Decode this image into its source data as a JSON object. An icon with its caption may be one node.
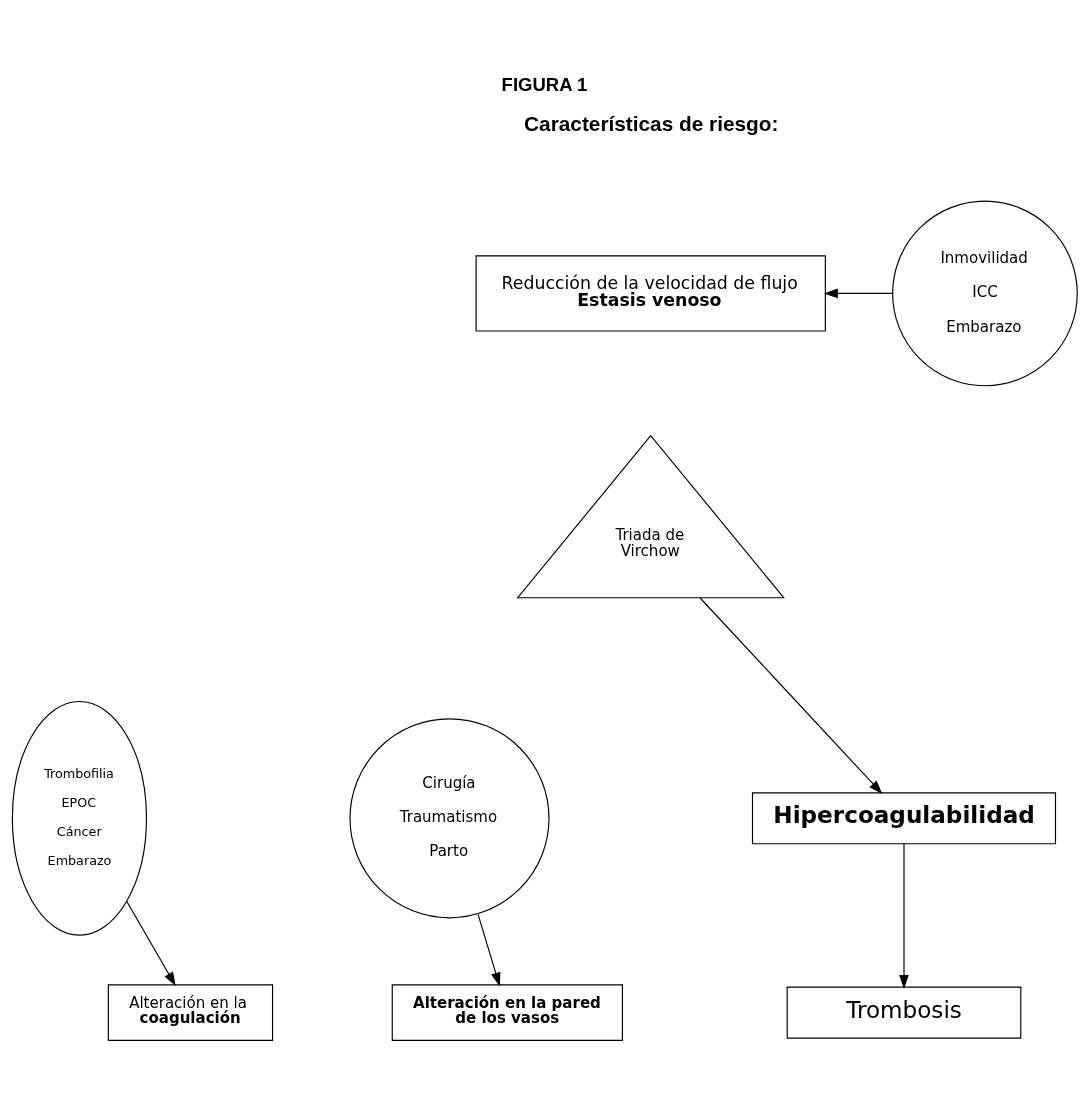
{
  "diagram": {
    "title": "FIGURA 1",
    "nodes": [
      {
        "text": [
          "Reducción de la velocidad de flujo",
          "Estasis venoso"
        ]
      },
      {
        "text": [
          "Inmovilidad",
          "ICC",
          "Embarazo"
        ]
      },
      {
        "text": [
          "Triada de Virchow"
        ]
      },
      {
        "text": [
          "Alteración en la **coagulación**"
        ]
      },
      {
        "text": [
          "Alteración en la pared de los vasos"
        ]
      },
      {
        "text": [
          "Hipercoagulabilidad"
        ]
      },
      {
        "text": [
          "Trombosis"
        ]
      },
      {
        "text": [
          "Trombofilia",
          "EPOC",
          "Cáncer",
          "Embarazo"
        ]
      },
      {
        "text": [
          "Cirugía",
          "Traumatismo",
          "Parto"
        ]
      }
    ],
    "edges": [
      {
        "from": 1,
        "to": 0,
        "arrow": "to"
      },
      {
        "from": 2,
        "to": 5,
        "arrow": "to"
      },
      {
        "from": 5,
        "to": 6,
        "arrow": "to"
      },
      {
        "from": 7,
        "to": 3,
        "arrow": "to"
      },
      {
        "from": 8,
        "to": 4,
        "arrow": "to"
      }
    ],
    "labels": [
      "Características de riesgo:"
    ]
  }
}
